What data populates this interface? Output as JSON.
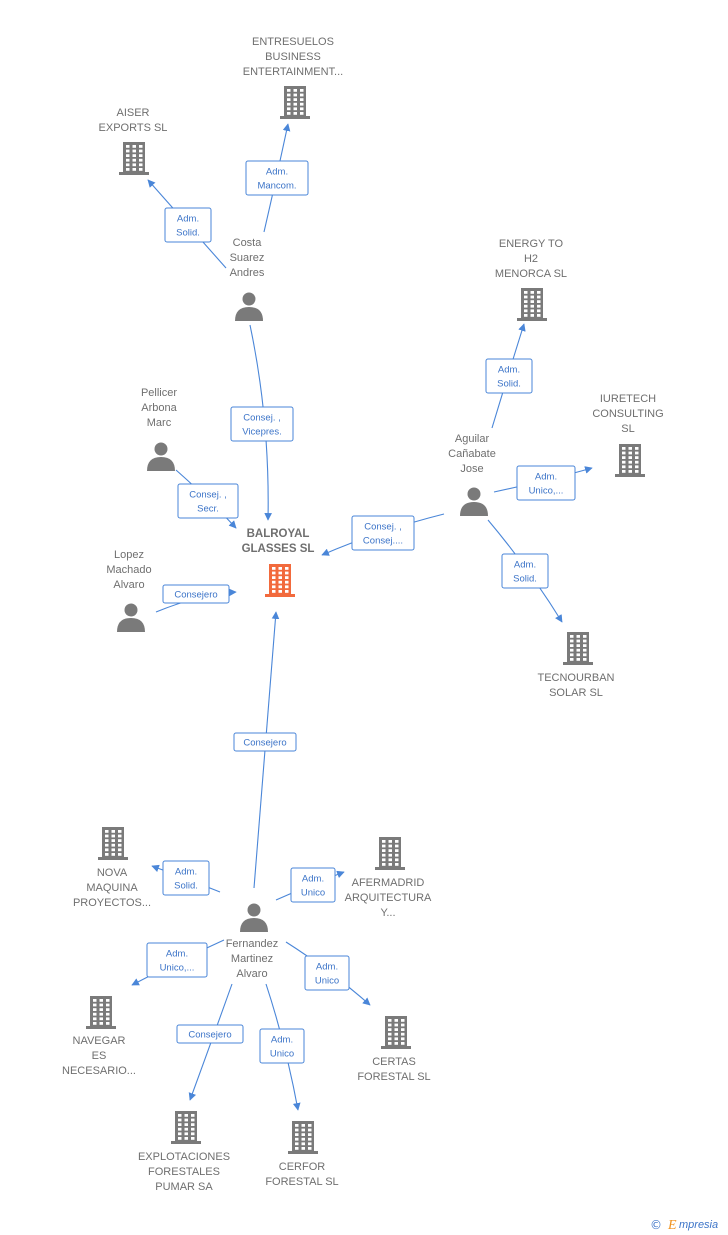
{
  "companies": [
    {
      "id": "entresuelos",
      "lines": [
        "ENTRESUELOS",
        "BUSINESS",
        "ENTERTAINMENT..."
      ]
    },
    {
      "id": "aiser",
      "lines": [
        "AISER",
        "EXPORTS  SL"
      ]
    },
    {
      "id": "energy",
      "lines": [
        "ENERGY TO",
        "H2",
        "MENORCA  SL"
      ]
    },
    {
      "id": "iuretech",
      "lines": [
        "IURETECH",
        "CONSULTING",
        "SL"
      ]
    },
    {
      "id": "balroyal",
      "lines": [
        "BALROYAL",
        "GLASSES  SL"
      ],
      "main": true
    },
    {
      "id": "tecnourban",
      "lines": [
        "TECNOURBAN",
        "SOLAR  SL"
      ]
    },
    {
      "id": "nova",
      "lines": [
        "NOVA",
        "MAQUINA",
        "PROYECTOS..."
      ]
    },
    {
      "id": "afermadrid",
      "lines": [
        "AFERMADRID",
        "ARQUITECTURA",
        "Y..."
      ]
    },
    {
      "id": "navegar",
      "lines": [
        "NAVEGAR",
        "ES",
        "NECESARIO..."
      ]
    },
    {
      "id": "certas",
      "lines": [
        "CERTAS",
        "FORESTAL  SL"
      ]
    },
    {
      "id": "explotaciones",
      "lines": [
        "EXPLOTACIONES",
        "FORESTALES",
        "PUMAR SA"
      ]
    },
    {
      "id": "cerfor",
      "lines": [
        "CERFOR",
        "FORESTAL  SL"
      ]
    }
  ],
  "people": [
    {
      "id": "costa",
      "lines": [
        "Costa",
        "Suarez",
        "Andres"
      ]
    },
    {
      "id": "pellicer",
      "lines": [
        "Pellicer",
        "Arbona",
        "Marc"
      ]
    },
    {
      "id": "aguilar",
      "lines": [
        "Aguilar",
        "Cañabate",
        "Jose"
      ]
    },
    {
      "id": "lopez",
      "lines": [
        "Lopez",
        "Machado",
        "Alvaro"
      ]
    },
    {
      "id": "fernandez",
      "lines": [
        "Fernandez",
        "Martinez",
        "Alvaro"
      ]
    }
  ],
  "relations": [
    {
      "id": "costa-entresuelos",
      "lines": [
        "Adm.",
        "Mancom."
      ]
    },
    {
      "id": "costa-aiser",
      "lines": [
        "Adm.",
        "Solid."
      ]
    },
    {
      "id": "costa-balroyal",
      "lines": [
        "Consej. ,",
        "Vicepres."
      ]
    },
    {
      "id": "pellicer-balroyal",
      "lines": [
        "Consej. ,",
        "Secr."
      ]
    },
    {
      "id": "aguilar-energy",
      "lines": [
        "Adm.",
        "Solid."
      ]
    },
    {
      "id": "aguilar-iuretech",
      "lines": [
        "Adm.",
        "Unico,..."
      ]
    },
    {
      "id": "aguilar-balroyal",
      "lines": [
        "Consej. ,",
        "Consej...."
      ]
    },
    {
      "id": "aguilar-tecnourban",
      "lines": [
        "Adm.",
        "Solid."
      ]
    },
    {
      "id": "lopez-balroyal",
      "lines": [
        "Consejero"
      ]
    },
    {
      "id": "fernandez-balroyal",
      "lines": [
        "Consejero"
      ]
    },
    {
      "id": "fernandez-nova",
      "lines": [
        "Adm.",
        "Solid."
      ]
    },
    {
      "id": "fernandez-afermadrid",
      "lines": [
        "Adm.",
        "Unico"
      ]
    },
    {
      "id": "fernandez-navegar",
      "lines": [
        "Adm.",
        "Unico,..."
      ]
    },
    {
      "id": "fernandez-certas",
      "lines": [
        "Adm.",
        "Unico"
      ]
    },
    {
      "id": "fernandez-explotaciones",
      "lines": [
        "Consejero"
      ]
    },
    {
      "id": "fernandez-cerfor",
      "lines": [
        "Adm.",
        "Unico"
      ]
    }
  ],
  "footer": {
    "copyright": "©",
    "brand_initial": "E",
    "brand_rest": "mpresia"
  },
  "colors": {
    "edge": "#4a86d8",
    "node": "#7a7a7a",
    "main_node": "#f26a3d",
    "label": "#6f6f6f"
  }
}
